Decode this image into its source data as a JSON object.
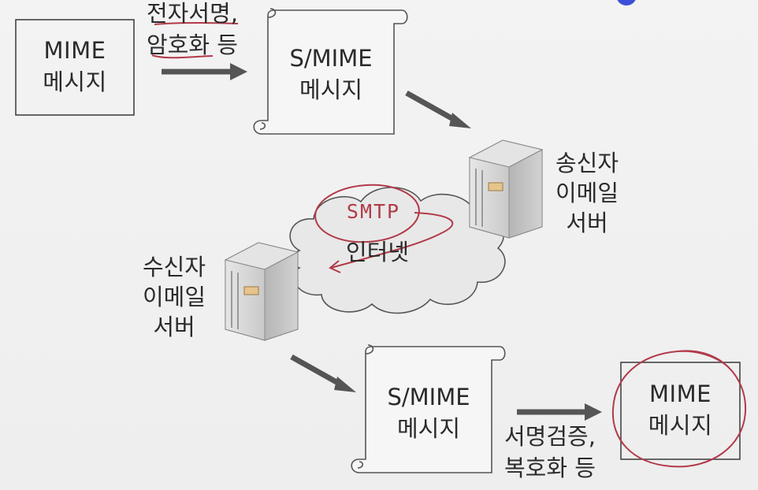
{
  "top_left_box": {
    "line1": "MIME",
    "line2": "메시지"
  },
  "sign_encrypt_label": {
    "line1": "전자서명,",
    "line2": "암호화 등"
  },
  "top_scroll": {
    "line1": "S/MIME",
    "line2": "메시지"
  },
  "sender_server_label": {
    "line1": "송신자",
    "line2": "이메일",
    "line3": "서버"
  },
  "cloud": {
    "annotation": "SMTP",
    "label": "인터넷"
  },
  "receiver_server_label": {
    "line1": "수신자",
    "line2": "이메일",
    "line3": "서버"
  },
  "bottom_scroll": {
    "line1": "S/MIME",
    "line2": "메시지"
  },
  "verify_decrypt_label": {
    "line1": "서명검증,",
    "line2": "복호화 등"
  },
  "bottom_right_box": {
    "line1": "MIME",
    "line2": "메시지"
  },
  "colors": {
    "ink": "#2a2a2a",
    "arrow": "#555555",
    "annotation_red": "#b23a48",
    "server": "#d9d9d9"
  }
}
